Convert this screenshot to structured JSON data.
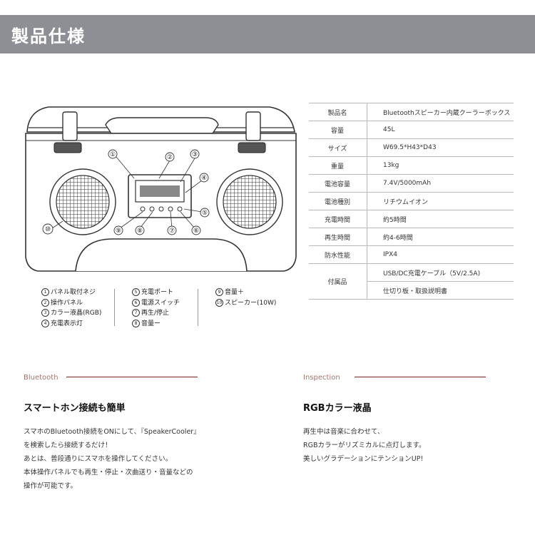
{
  "header": {
    "title": "製品仕様"
  },
  "diagram": {
    "callouts": [
      "①",
      "②",
      "③",
      "④",
      "⑤",
      "⑥",
      "⑦",
      "⑧",
      "⑨",
      "⑩"
    ]
  },
  "legend": {
    "col1": [
      {
        "num": "1",
        "label": "パネル取付ネジ"
      },
      {
        "num": "2",
        "label": "操作パネル"
      },
      {
        "num": "3",
        "label": "カラー液晶(RGB)"
      },
      {
        "num": "4",
        "label": "充電表示灯"
      }
    ],
    "col2": [
      {
        "num": "5",
        "label": "充電ポート"
      },
      {
        "num": "6",
        "label": "電源スイッチ"
      },
      {
        "num": "7",
        "label": "再生/停止"
      },
      {
        "num": "8",
        "label": "音量ー"
      }
    ],
    "col3": [
      {
        "num": "9",
        "label": "音量＋"
      },
      {
        "num": "10",
        "label": "スピーカー(10W)"
      }
    ]
  },
  "specs": [
    {
      "label": "製品名",
      "value": "Bluetoothスピーカー内蔵クーラーボックス"
    },
    {
      "label": "容量",
      "value": "45L"
    },
    {
      "label": "サイズ",
      "value": "W69.5*H43*D43"
    },
    {
      "label": "重量",
      "value": "13kg"
    },
    {
      "label": "電池容量",
      "value": "7.4V/5000mAh"
    },
    {
      "label": "電池種別",
      "value": "リチウムイオン"
    },
    {
      "label": "充電時間",
      "value": "約5時間"
    },
    {
      "label": "再生時間",
      "value": "約4-6時間"
    },
    {
      "label": "防水性能",
      "value": "IPX4"
    }
  ],
  "accessories": {
    "label": "付属品",
    "values": [
      "USB/DC充電ケーブル（5V/2.5A)",
      "仕切り板・取扱説明書"
    ]
  },
  "features": {
    "bluetooth": {
      "tag": "Bluetooth",
      "heading": "スマートホン接続も簡単",
      "lines": [
        "スマホのBluetooth接続をONにして、『SpeakerCooler』",
        "を検索したら接続するだけ！",
        "あとは、普段通りにスマホを操作してください。",
        "本体操作パネルでも再生・停止・次曲送り・音量などの",
        "操作が可能です。"
      ]
    },
    "inspection": {
      "tag": "Inspection",
      "heading": "RGBカラー液晶",
      "lines": [
        "再生中は音楽に合わせて、",
        "RGBカラーがリズミカルに点灯します。",
        "美しいグラデーションにテンションUP!"
      ]
    }
  }
}
